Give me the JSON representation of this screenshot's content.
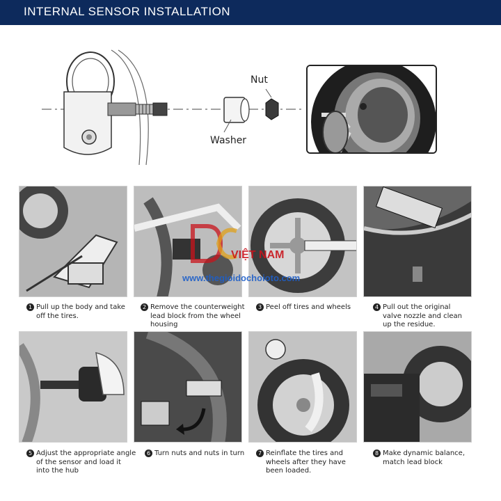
{
  "header": {
    "title": "INTERNAL SENSOR INSTALLATION"
  },
  "diagram": {
    "nut_label": "Nut",
    "washer_label": "Washer"
  },
  "steps": [
    {
      "num": "1",
      "lines": [
        "Pull up the body and take",
        "off the tires."
      ]
    },
    {
      "num": "2",
      "lines": [
        "Remove the counterweight",
        "lead block from the wheel",
        "housing"
      ]
    },
    {
      "num": "3",
      "lines": [
        "Peel off tires and wheels"
      ]
    },
    {
      "num": "4",
      "lines": [
        "Pull out the original",
        "valve nozzle and clean",
        "up the residue."
      ]
    },
    {
      "num": "5",
      "lines": [
        "Adjust the appropriate angle",
        "of the sensor and load it",
        "into the hub"
      ]
    },
    {
      "num": "6",
      "lines": [
        "Turn nuts and nuts in turn"
      ]
    },
    {
      "num": "7",
      "lines": [
        "Reinflate the tires and",
        "wheels after they have",
        "been loaded."
      ]
    },
    {
      "num": "8",
      "lines": [
        "Make dynamic balance,",
        "match lead block"
      ]
    }
  ],
  "watermark": {
    "brand": "VIỆT NAM",
    "url": "www.thegioidochoioto.com"
  },
  "colors": {
    "header_bg": "#0d2a5c",
    "watermark_red": "#c9141c",
    "watermark_blue": "#1e5fc9"
  }
}
